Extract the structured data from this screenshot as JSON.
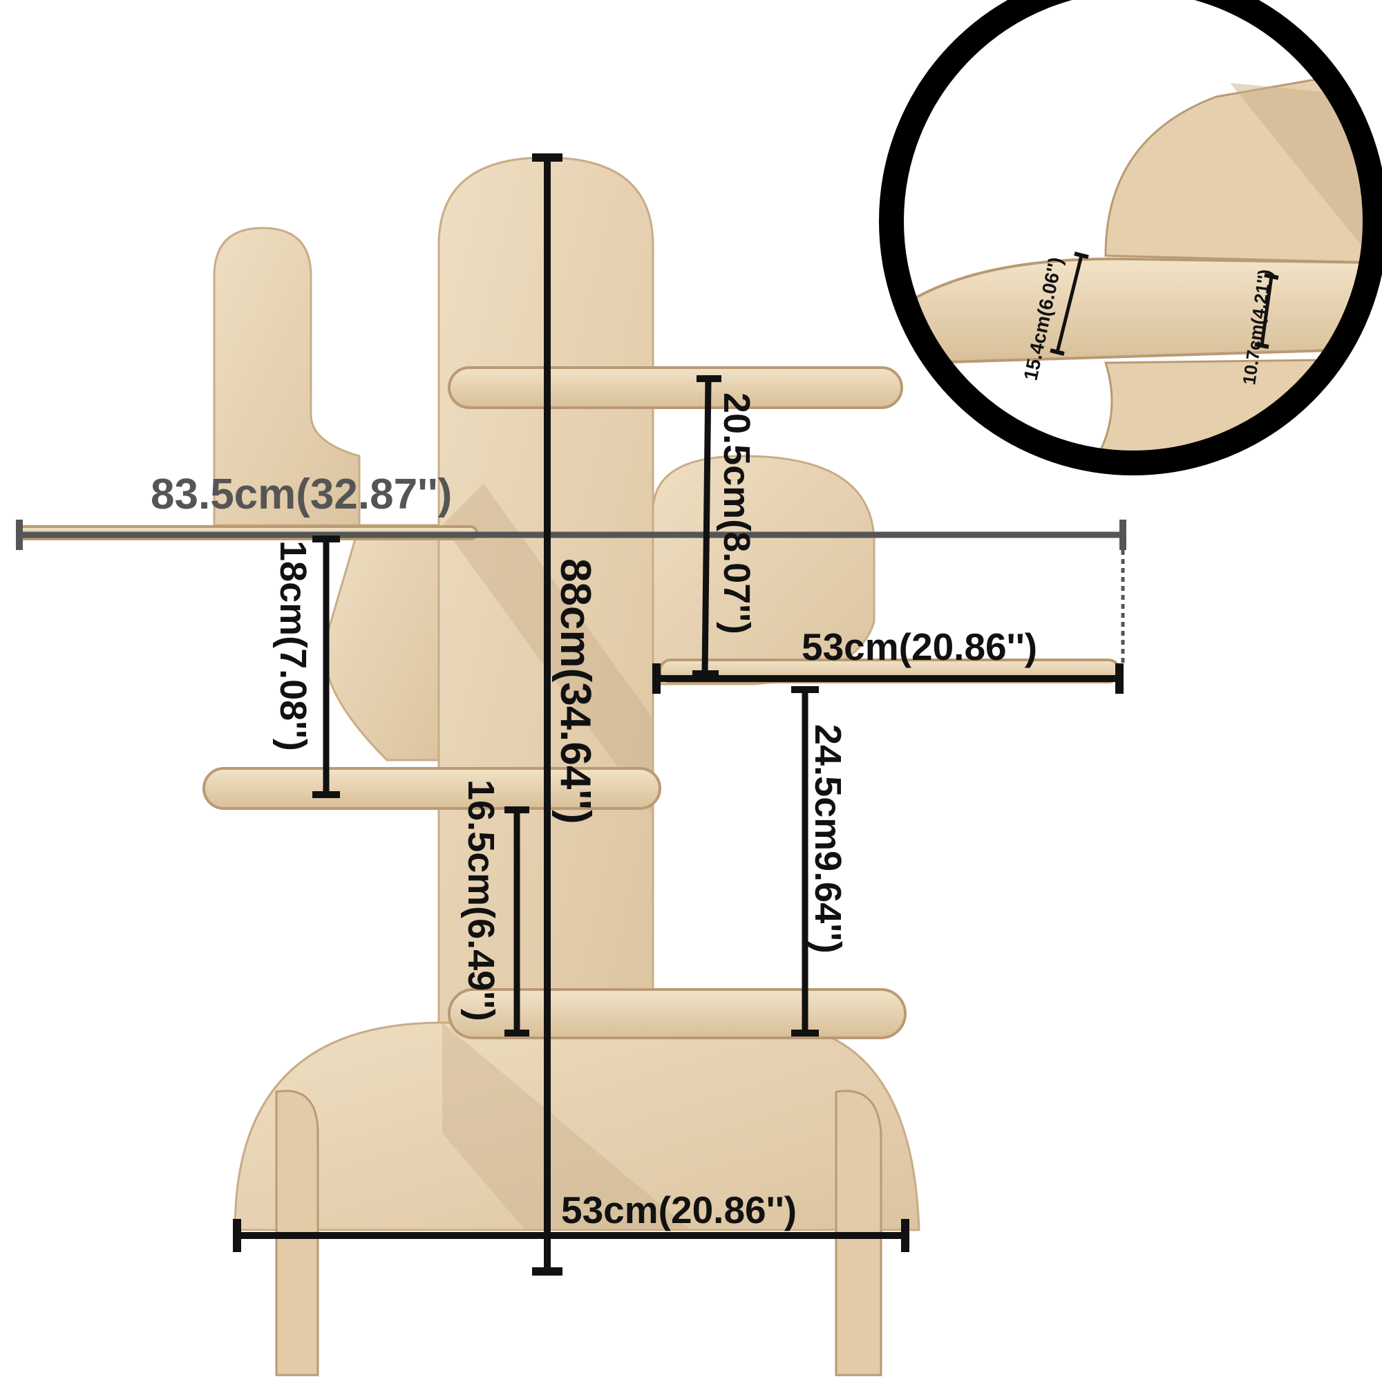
{
  "dimensions": {
    "total_width": "83.5cm(32.87'')",
    "total_height": "88cm(34.64'')",
    "base_width": "53cm(20.86'')",
    "shelf_width": "53cm(20.86'')",
    "gap_top_right": "20.5cm(8.07'')",
    "gap_left": "18cm(7.08'')",
    "gap_center": "16.5cm(6.49'')",
    "gap_bottom_right": "24.5cm9.64'')",
    "detail_depth_large": "15.4cm(6.06'')",
    "detail_depth_small": "10.7cm(4.21'')"
  },
  "colors": {
    "wood": "#e8d4b4",
    "wood_shadow": "#c9b08c",
    "plywood_edge": "#b99a74",
    "dimension_line": "#111111",
    "dimension_line_grey": "#555555"
  }
}
